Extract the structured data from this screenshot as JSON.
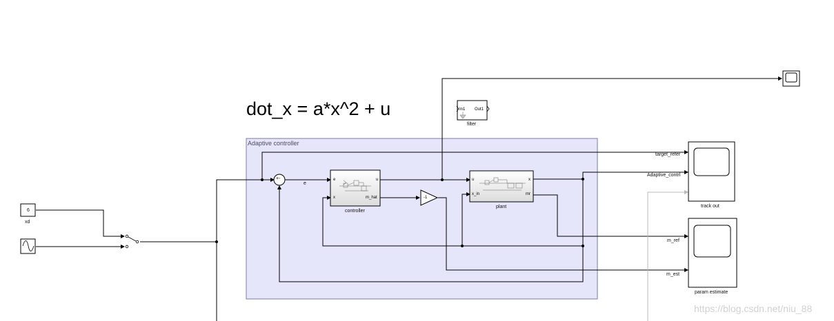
{
  "equation": "dot_x = a*x^2 + u",
  "subsystem": {
    "title": "Adaptive controller",
    "fill": "#e6e6fb",
    "border": "#7a7aa6"
  },
  "blocks": {
    "constant": {
      "value": "6",
      "label": "xd"
    },
    "sine": {
      "icon": "sine-wave-icon"
    },
    "switch": {
      "icon": "manual-switch-icon"
    },
    "sum": {
      "signs": "+-"
    },
    "controller": {
      "label": "controller",
      "in_e": "e",
      "in_x": "x",
      "out_u": "u",
      "out_mhat": "m_hat"
    },
    "gain": {
      "value": "-1"
    },
    "plant": {
      "label": "plant",
      "in_u": "u",
      "in_xin": "x_in",
      "out_x": "x",
      "out_mr": "mr"
    },
    "filter": {
      "label": "filter",
      "in": "In1",
      "out": "Out1"
    },
    "scope_top": {
      "icon": "scope-icon"
    },
    "track_scope": {
      "label": "track out"
    },
    "param_scope": {
      "label": "param estimate"
    }
  },
  "signals": {
    "e": "e",
    "target": "target_refer",
    "adaptive": "Adaptive_contrl",
    "m_ref": "m_ref",
    "m_est": "m_est"
  },
  "watermark": "https://blog.csdn.net/niu_88",
  "colors": {
    "line": "#000000",
    "grey_line": "#b8b8b8",
    "block_border": "#000000"
  }
}
